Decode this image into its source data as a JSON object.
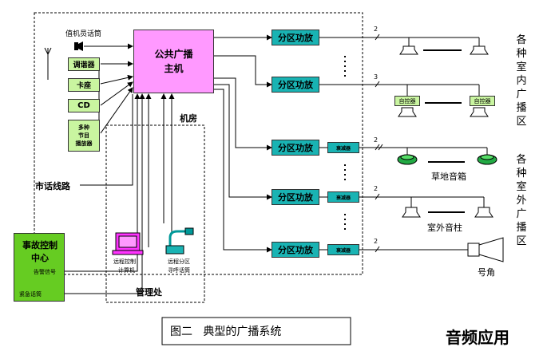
{
  "main_host": {
    "label_line1": "公共广播",
    "label_line2": "主机"
  },
  "duty_mic": "值机员话筒",
  "sources": [
    "调谐器",
    "卡座",
    "CD"
  ],
  "multi_player": [
    "多种",
    "节目",
    "播放器"
  ],
  "machine_room": "机房",
  "phone_line": "市话线路",
  "zone_amp": "分区功放",
  "equalizer": "衰减器",
  "self_control": "自控器",
  "line_counts": [
    "2",
    "3",
    "2",
    "2",
    "2"
  ],
  "lawn_speaker": "草地音箱",
  "outdoor_column": "室外音柱",
  "horn": "号角",
  "indoor_zone": "各种室内广播区",
  "outdoor_zone": "各种室外广播区",
  "emergency": {
    "title_line1": "事故控制",
    "title_line2": "中心",
    "signal": "告警信号",
    "mic": "紧急话筒"
  },
  "remote_pc": {
    "line1": "远程控制",
    "line2": "计算机"
  },
  "remote_mic": {
    "line1": "远程分区",
    "line2": "寻呼话筒"
  },
  "management": "管理处",
  "caption": "图二   典型的广播系统",
  "watermark": "音频应用"
}
